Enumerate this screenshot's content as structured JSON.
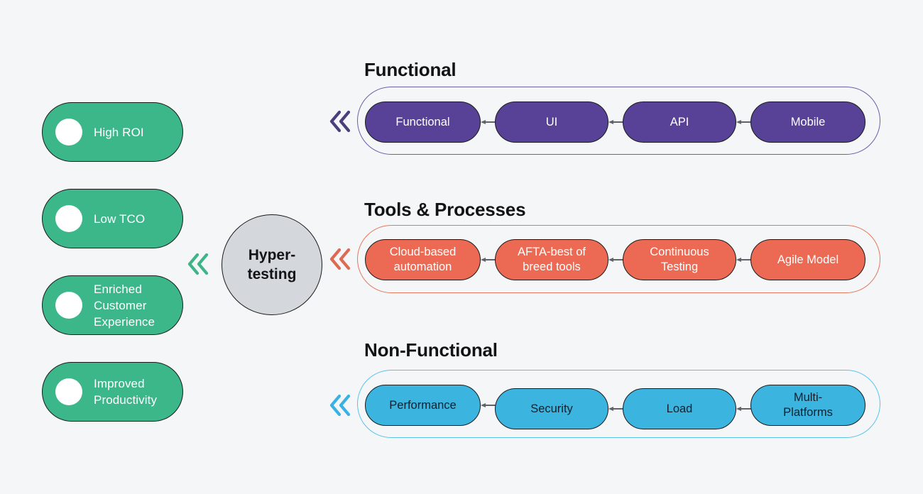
{
  "background_color": "#f4f6f8",
  "hub": {
    "label": "Hyper-\ntesting",
    "fill": "#d4d8dd"
  },
  "benefits": {
    "fill": "#3cb789",
    "text_color": "#ffffff",
    "items": [
      {
        "label": "High ROI",
        "icon": "circle-bullet-icon"
      },
      {
        "label": "Low TCO",
        "icon": "circle-bullet-icon"
      },
      {
        "label": "Enriched\nCustomer\nExperience",
        "icon": "circle-bullet-icon"
      },
      {
        "label": "Improved\nProductivity",
        "icon": "circle-bullet-icon"
      }
    ]
  },
  "groups": [
    {
      "id": "functional",
      "title": "Functional",
      "accent": "#6a5fa8",
      "node_fill": "#574297",
      "node_text_color": "#ffffff",
      "chevron_color": "#4a3f7a",
      "nodes": [
        "Functional",
        "UI",
        "API",
        "Mobile"
      ]
    },
    {
      "id": "tools-processes",
      "title": "Tools & Processes",
      "accent": "#e8765c",
      "node_fill": "#ec6a53",
      "node_text_color": "#ffffff",
      "chevron_color": "#dd6a52",
      "nodes": [
        "Cloud-based\nautomation",
        "AFTA-best of\nbreed tools",
        "Continuous\nTesting",
        "Agile Model"
      ]
    },
    {
      "id": "non-functional",
      "title": "Non-Functional",
      "accent": "#5bc3e8",
      "node_fill": "#3cb4e0",
      "node_text_color": "#13202b",
      "chevron_color": "#39b2e2",
      "nodes": [
        "Performance",
        "Security",
        "Load",
        "Multi-\nPlatforms"
      ]
    }
  ],
  "hub_chevron": {
    "color": "#3fb487",
    "icon": "double-chevron-left-icon"
  },
  "connector": {
    "color": "#5f6368",
    "icon": "arrow-left-icon"
  }
}
